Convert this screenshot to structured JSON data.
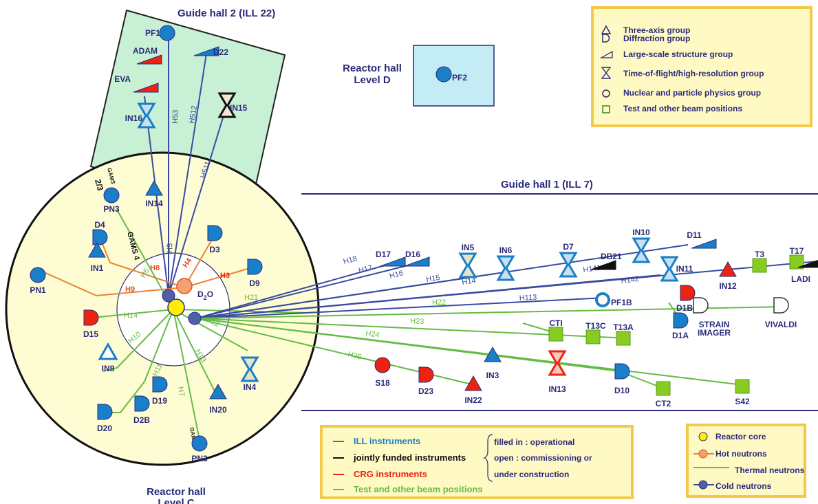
{
  "colors": {
    "ill_blue": "#1a7fc9",
    "cold_beam": "#3a4aa0",
    "hot_beam": "#f08030",
    "hot_label": "#e05020",
    "thermal_beam": "#66bb44",
    "crg_red": "#ee2211",
    "test_green": "#88cc22",
    "hall_yellow": "#fdfcd2",
    "guide_hall2_fill": "#c8f0d4",
    "reactor_d_fill": "#c4ecf4",
    "legend_fill": "#fff9c4",
    "legend_border": "#f2c94c",
    "text_navy": "#2a2a7a"
  },
  "halls": {
    "guide_hall_2": "Guide hall 2 (ILL 22)",
    "reactor_d_line1": "Reactor hall",
    "reactor_d_line2": "Level D",
    "guide_hall_1": "Guide hall 1 (ILL 7)",
    "reactor_c_line1": "Reactor hall",
    "reactor_c_line2": "Level C"
  },
  "core_labels": {
    "d2o": "D",
    "d2o_sub": "2",
    "d2o_tail": "O"
  },
  "group_legend": {
    "items": [
      {
        "icon": "triangle-icon",
        "label": "Three-axis group"
      },
      {
        "icon": "half-disc-icon",
        "label": "Diffraction group"
      },
      {
        "icon": "wedge-icon",
        "label": "Large-scale structure group"
      },
      {
        "icon": "hourglass-icon",
        "label": "Time-of-flight/high-resolution group"
      },
      {
        "icon": "circle-icon",
        "label": "Nuclear and particle physics group"
      },
      {
        "icon": "square-icon",
        "label": "Test and other beam positions"
      }
    ]
  },
  "instrument_legend": {
    "ill": "ILL instruments",
    "joint": "jointly funded instruments",
    "crg": "CRG instruments",
    "test": "Test and other beam positions",
    "filled": "filled in : operational",
    "open1": "open :  commissioning or",
    "open2": "under construction"
  },
  "source_legend": {
    "core": "Reactor core",
    "hot": "Hot neutrons",
    "thermal": "Thermal neutrons",
    "cold": "Cold neutrons"
  },
  "beams": [
    {
      "label": "H5",
      "color": "cold"
    },
    {
      "label": "H53",
      "color": "cold"
    },
    {
      "label": "H512",
      "color": "cold"
    },
    {
      "label": "H511",
      "color": "cold"
    },
    {
      "label": "H8",
      "color": "hot"
    },
    {
      "label": "H4",
      "color": "hot"
    },
    {
      "label": "H3",
      "color": "hot"
    },
    {
      "label": "H9",
      "color": "hot"
    },
    {
      "label": "H6",
      "color": "thermal"
    },
    {
      "label": "H21",
      "color": "thermal"
    },
    {
      "label": "H14",
      "color": "thermal"
    },
    {
      "label": "H10",
      "color": "thermal"
    },
    {
      "label": "H11",
      "color": "thermal"
    },
    {
      "label": "H7",
      "color": "thermal"
    },
    {
      "label": "H13",
      "color": "thermal"
    },
    {
      "label": "H12",
      "color": "thermal"
    },
    {
      "label": "H18",
      "color": "cold"
    },
    {
      "label": "H17",
      "color": "cold"
    },
    {
      "label": "H16",
      "color": "cold"
    },
    {
      "label": "H15",
      "color": "cold"
    },
    {
      "label": "H14",
      "color": "cold"
    },
    {
      "label": "H141",
      "color": "cold"
    },
    {
      "label": "H142",
      "color": "cold"
    },
    {
      "label": "H113",
      "color": "cold"
    },
    {
      "label": "H22",
      "color": "thermal"
    },
    {
      "label": "H23",
      "color": "thermal"
    },
    {
      "label": "H24",
      "color": "thermal"
    },
    {
      "label": "H25",
      "color": "thermal"
    },
    {
      "label": "GAMS 4",
      "color": "dark"
    },
    {
      "label": "GAMS 6",
      "color": "dark"
    },
    {
      "label": "GAMS",
      "color": "dark"
    },
    {
      "label": "2/3",
      "color": "dark"
    }
  ],
  "instruments": [
    {
      "name": "PF1",
      "shape": "circle",
      "fill": "ill"
    },
    {
      "name": "ADAM",
      "shape": "wedge",
      "fill": "crg"
    },
    {
      "name": "EVA",
      "shape": "wedge",
      "fill": "crg"
    },
    {
      "name": "D22",
      "shape": "wedge",
      "fill": "ill"
    },
    {
      "name": "IN15",
      "shape": "hourglass",
      "fill": "joint"
    },
    {
      "name": "IN16",
      "shape": "hourglass",
      "fill": "ill"
    },
    {
      "name": "PF2",
      "shape": "circle",
      "fill": "ill"
    },
    {
      "name": "PN3",
      "shape": "circle",
      "fill": "ill"
    },
    {
      "name": "IN14",
      "shape": "triangle",
      "fill": "ill"
    },
    {
      "name": "D4",
      "shape": "halfdisc",
      "fill": "ill"
    },
    {
      "name": "IN1",
      "shape": "triangle",
      "fill": "ill"
    },
    {
      "name": "D3",
      "shape": "halfdisc",
      "fill": "ill"
    },
    {
      "name": "D9",
      "shape": "halfdisc",
      "fill": "ill"
    },
    {
      "name": "PN1",
      "shape": "circle",
      "fill": "ill"
    },
    {
      "name": "D15",
      "shape": "halfdisc",
      "fill": "crg"
    },
    {
      "name": "IN8",
      "shape": "triangle",
      "fill": "open"
    },
    {
      "name": "D19",
      "shape": "halfdisc",
      "fill": "ill"
    },
    {
      "name": "D2B",
      "shape": "halfdisc",
      "fill": "ill"
    },
    {
      "name": "D20",
      "shape": "halfdisc",
      "fill": "ill"
    },
    {
      "name": "IN20",
      "shape": "triangle",
      "fill": "ill"
    },
    {
      "name": "IN4",
      "shape": "hourglass",
      "fill": "open"
    },
    {
      "name": "PN3",
      "shape": "circle",
      "fill": "ill"
    },
    {
      "name": "D17",
      "shape": "wedge",
      "fill": "ill"
    },
    {
      "name": "D16",
      "shape": "wedge",
      "fill": "ill"
    },
    {
      "name": "IN5",
      "shape": "hourglass",
      "fill": "open"
    },
    {
      "name": "IN6",
      "shape": "hourglass",
      "fill": "ill"
    },
    {
      "name": "D7",
      "shape": "hourglass",
      "fill": "ill"
    },
    {
      "name": "DB21",
      "shape": "wedge",
      "fill": "joint"
    },
    {
      "name": "IN10",
      "shape": "hourglass",
      "fill": "ill"
    },
    {
      "name": "D11",
      "shape": "wedge",
      "fill": "ill"
    },
    {
      "name": "IN11",
      "shape": "hourglass",
      "fill": "ill"
    },
    {
      "name": "IN12",
      "shape": "triangle",
      "fill": "crg"
    },
    {
      "name": "T3",
      "shape": "square",
      "fill": "test"
    },
    {
      "name": "T17",
      "shape": "square",
      "fill": "test"
    },
    {
      "name": "LADI",
      "shape": "wedge",
      "fill": "joint"
    },
    {
      "name": "PF1B",
      "shape": "ring",
      "fill": "ill"
    },
    {
      "name": "D1B",
      "shape": "halfdisc",
      "fill": "crg"
    },
    {
      "name": "STRAIN",
      "shape": "halfdisc",
      "fill": "open"
    },
    {
      "name": "IMAGER",
      "shape": "none",
      "fill": "open"
    },
    {
      "name": "VIVALDI",
      "shape": "halfdisc",
      "fill": "open"
    },
    {
      "name": "D1A",
      "shape": "halfdisc",
      "fill": "ill"
    },
    {
      "name": "CTI",
      "shape": "square",
      "fill": "test"
    },
    {
      "name": "T13C",
      "shape": "square",
      "fill": "test"
    },
    {
      "name": "T13A",
      "shape": "square",
      "fill": "test"
    },
    {
      "name": "S18",
      "shape": "circle",
      "fill": "crg"
    },
    {
      "name": "D23",
      "shape": "halfdisc",
      "fill": "crg"
    },
    {
      "name": "IN22",
      "shape": "triangle",
      "fill": "crg"
    },
    {
      "name": "IN3",
      "shape": "triangle",
      "fill": "ill"
    },
    {
      "name": "IN13",
      "shape": "hourglass",
      "fill": "crg"
    },
    {
      "name": "D10",
      "shape": "halfdisc",
      "fill": "ill"
    },
    {
      "name": "CT2",
      "shape": "square",
      "fill": "test"
    },
    {
      "name": "S42",
      "shape": "square",
      "fill": "test"
    }
  ]
}
